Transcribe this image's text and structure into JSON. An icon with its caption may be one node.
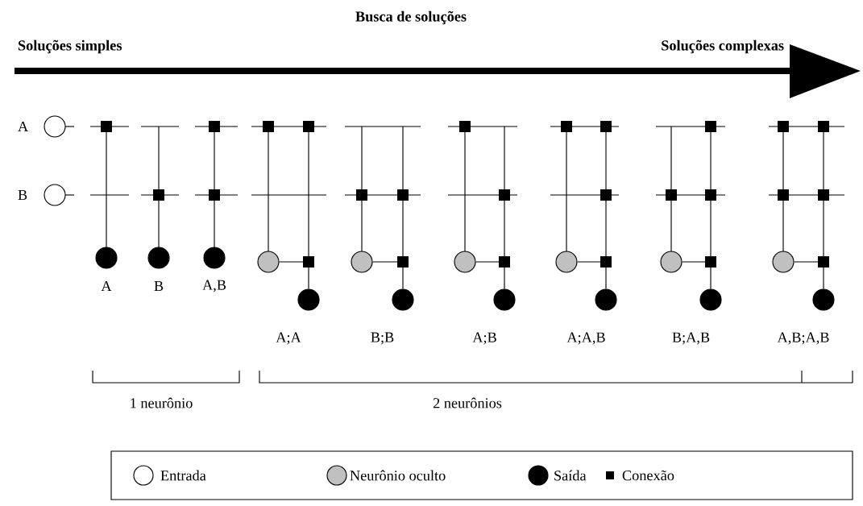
{
  "diagram": {
    "nodes": [
      {
        "text": [],
        "shape": "circle",
        "beside": [
          "A"
        ]
      },
      {
        "text": [],
        "shape": "circle",
        "beside": [
          "B"
        ]
      },
      {
        "text": [],
        "shape": "circle",
        "beside": [
          "A"
        ]
      },
      {
        "text": [],
        "shape": "circle",
        "beside": [
          "B"
        ]
      },
      {
        "text": [],
        "shape": "circle",
        "beside": [
          "A,B"
        ]
      },
      {
        "text": [],
        "shape": "circle"
      },
      {
        "text": [],
        "shape": "circle",
        "beside": [
          "A;A"
        ]
      },
      {
        "text": [],
        "shape": "circle"
      },
      {
        "text": [],
        "shape": "circle",
        "beside": [
          "B;B"
        ]
      },
      {
        "text": [],
        "shape": "circle"
      },
      {
        "text": [],
        "shape": "circle",
        "beside": [
          "A;B"
        ]
      },
      {
        "text": [],
        "shape": "circle"
      },
      {
        "text": [],
        "shape": "circle",
        "beside": [
          "A;A,B"
        ]
      },
      {
        "text": [],
        "shape": "circle"
      },
      {
        "text": [],
        "shape": "circle",
        "beside": [
          "B;A,B"
        ]
      },
      {
        "text": [],
        "shape": "circle"
      },
      {
        "text": [],
        "shape": "circle",
        "beside": [
          "A,B;A,B"
        ]
      }
    ],
    "edges": [
      {
        "from": 5,
        "to": 6,
        "arrow": "none"
      },
      {
        "from": 7,
        "to": 8,
        "arrow": "none"
      },
      {
        "from": 9,
        "to": 10,
        "arrow": "none"
      },
      {
        "from": 11,
        "to": 12,
        "arrow": "none"
      },
      {
        "from": 13,
        "to": 14,
        "arrow": "none"
      },
      {
        "from": 15,
        "to": 16,
        "arrow": "none"
      }
    ],
    "labels": [
      "Busca de soluções",
      "Soluções simples",
      "Soluções complexas",
      "1 neurônio",
      "2 neurônios"
    ],
    "legend": [
      {
        "text": "Entrada"
      },
      {
        "text": "Neurônio oculto",
        "color": "#c0c0c0"
      },
      {
        "text": "Saída",
        "color": "#000000"
      },
      {
        "text": "Conexão",
        "color": "#000000"
      }
    ]
  }
}
